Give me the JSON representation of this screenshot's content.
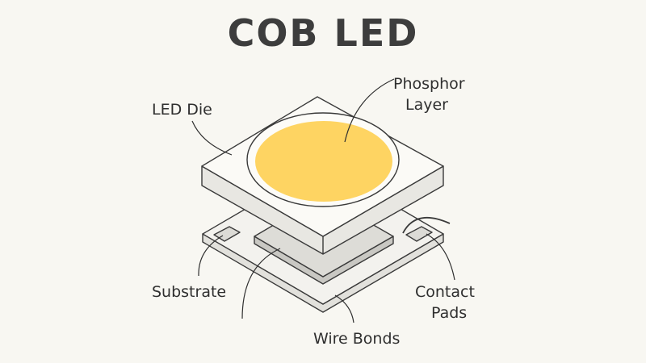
{
  "title": "COB LED",
  "labels": {
    "led_die": "LED Die",
    "phosphor_line1": "Phosphor",
    "phosphor_line2": "Layer",
    "substrate": "Substrate",
    "contact_line1": "Contact",
    "contact_line2": "Pads",
    "wire_bonds": "Wire Bonds"
  },
  "colors": {
    "phosphor": "#fed462",
    "outline": "#3a3a3a",
    "background": "#f8f7f2"
  }
}
